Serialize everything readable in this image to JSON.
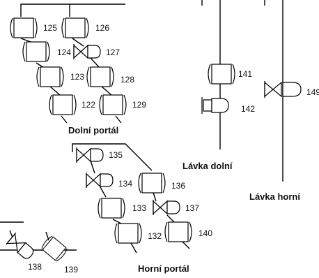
{
  "titles": {
    "dolni_portal": "Dolní portál",
    "horni_portal": "Horní portál",
    "lavka_dolni": "Lávka dolní",
    "lavka_horni": "Lávka horní"
  },
  "labels": {
    "v125": "125",
    "v126": "126",
    "v124": "124",
    "v127": "127",
    "v123": "123",
    "v128": "128",
    "v122": "122",
    "v129": "129",
    "v135": "135",
    "v134": "134",
    "v136": "136",
    "v133": "133",
    "v137": "137",
    "v132": "132",
    "v140": "140",
    "v138": "138",
    "v139": "139",
    "v141": "141",
    "v142": "142",
    "v149": "149"
  },
  "colors": {
    "line": "#000000",
    "background": "#ffffff"
  }
}
